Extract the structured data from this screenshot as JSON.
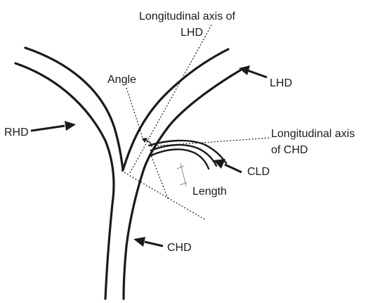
{
  "labels": {
    "lhd_axis_line1": "Longitudinal axis of",
    "lhd_axis_line2": "LHD",
    "angle": "Angle",
    "lhd": "LHD",
    "rhd": "RHD",
    "chd_axis_line1": "Longitudinal axis",
    "chd_axis_line2": "of CHD",
    "cld": "CLD",
    "length": "Length",
    "chd": "CHD"
  },
  "colors": {
    "ink": "#1a1a1a",
    "measure_tick": "#8a8a8a",
    "background": "#ffffff"
  }
}
